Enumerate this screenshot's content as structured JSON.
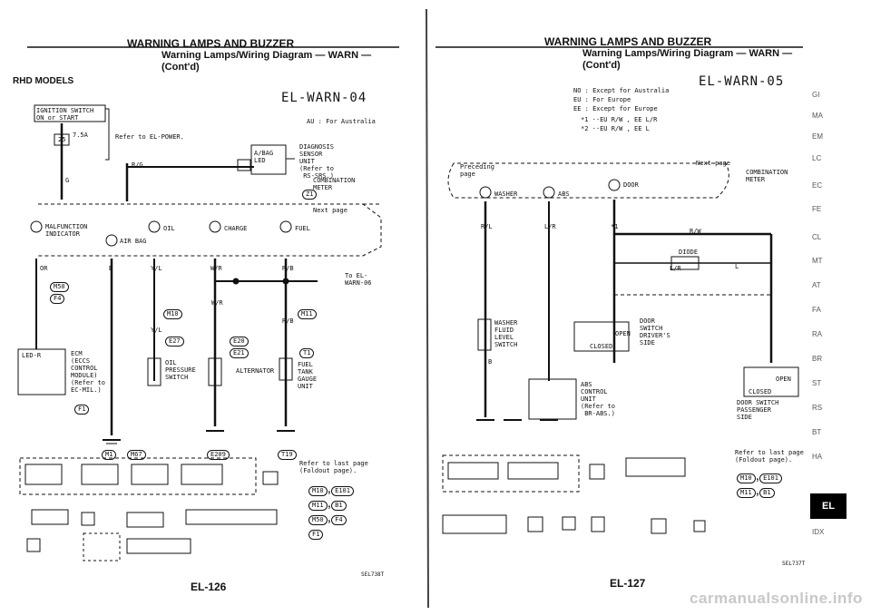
{
  "left_page": {
    "header": "WARNING LAMPS AND BUZZER",
    "subtitle_line1": "Warning Lamps/Wiring Diagram — WARN —",
    "subtitle_line2": "(Cont'd)",
    "model_label": "RHD MODELS",
    "diagram_code": "EL-WARN-04",
    "note_for_australia": "For Australia",
    "ignition_box": "IGNITION SWITCH\nON or START",
    "fuse_text": "7.5A",
    "fuse_number": "25",
    "refer_power": "Refer to EL-POWER.",
    "airbag_unit": "A/BAG\nLED",
    "diag_unit": "DIAGNOSIS\nSENSOR\nUNIT\n(Refer to\n RS-SRS.)",
    "combination_meter": "COMBINATION\nMETER",
    "next_page": "Next page",
    "lamps": {
      "malfunction": "MALFUNCTION\nINDICATOR",
      "airbag": "AIR BAG",
      "oil": "OIL",
      "charge": "CHARGE",
      "fuel": "FUEL"
    },
    "wire_colors": [
      "OR",
      "B",
      "Y/L",
      "W/R",
      "R/B",
      "R/G",
      "G",
      "W/R",
      "Y/L",
      "R/B"
    ],
    "to_el": "To EL-\nWARN-06",
    "ecm": "ECM\n(ECCS\nCONTROL\nMODULE)\n(Refer to\nEC-MIL.)",
    "led_r": "LED-R",
    "oil_switch": "OIL\nPRESSURE\nSWITCH",
    "alternator": "ALTERNATOR",
    "fuel_tank": "FUEL\nTANK\nGAUGE\nUNIT",
    "connectors": [
      "M50",
      "F4",
      "M10",
      "M11",
      "E27",
      "E20",
      "E21",
      "T1",
      "F1",
      "M1",
      "M67",
      "E209",
      "T19",
      "Z1"
    ],
    "refer_last": "Refer to last page\n(Foldout page).",
    "ref_codes": [
      "M10",
      "E101",
      "M11",
      "B1",
      "M50",
      "F4",
      "F1"
    ],
    "page_number": "EL-126",
    "code_small": "SEL738T"
  },
  "right_page": {
    "header": "WARNING LAMPS AND BUZZER",
    "subtitle_line1": "Warning Lamps/Wiring Diagram — WARN —",
    "subtitle_line2": "(Cont'd)",
    "diagram_code": "EL-WARN-05",
    "notes": [
      "NO : Except for Australia",
      "EU : For Europe",
      "EE : Except for Europe",
      "*1 ··EU R/W , EE L/R",
      "*2 ··EU R/W , EE L"
    ],
    "preceding_page": "Preceding\npage",
    "next_page": "Next page",
    "combination_meter": "COMBINATION\nMETER",
    "washer": "WASHER",
    "abs": "ABS",
    "door": "DOOR",
    "diode": "DIODE",
    "wire_colors": [
      "R/L",
      "L/R",
      "*1",
      "R/W",
      "L/R",
      "L",
      "B"
    ],
    "washer_switch": "WASHER\nFLUID\nLEVEL\nSWITCH",
    "abs_unit": "ABS\nCONTROL\nUNIT\n(Refer to\n BR-ABS.)",
    "door_switch_driver": "DOOR\nSWITCH\nDRIVER'S\nSIDE",
    "door_switch_pass": "DOOR SWITCH\nPASSENGER\nSIDE",
    "open": "OPEN",
    "closed": "CLOSED",
    "refer_last": "Refer to last page\n(Foldout page).",
    "ref_codes": [
      "M10",
      "E101",
      "M11",
      "B1"
    ],
    "page_number": "EL-127",
    "code_small": "SEL737T"
  },
  "side_tabs": [
    "GI",
    "MA",
    "EM",
    "LC",
    "EC",
    "FE",
    "CL",
    "MT",
    "AT",
    "FA",
    "RA",
    "BR",
    "ST",
    "RS",
    "BT",
    "HA",
    "EL",
    "IDX"
  ],
  "active_tab": "EL",
  "watermark": "carmanualsonline.info"
}
